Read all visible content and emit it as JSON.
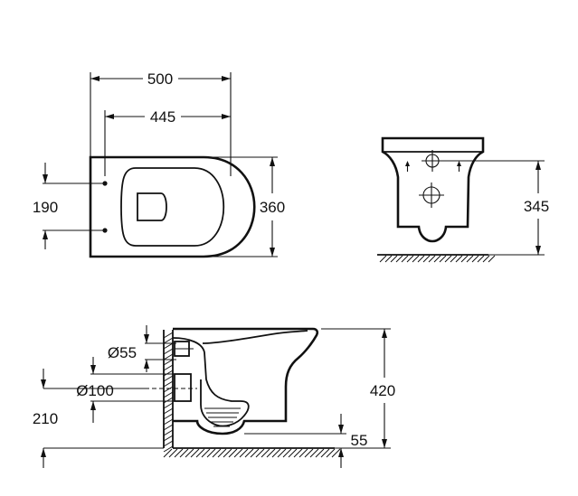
{
  "top_view": {
    "overall_length": "500",
    "fixing_length": "445",
    "fixing_spacing": "190",
    "width": "360"
  },
  "front_view": {
    "height": "345"
  },
  "side_view": {
    "inlet_diameter": "Ø55",
    "outlet_diameter": "Ø100",
    "outlet_height": "210",
    "total_height": "420",
    "floor_clearance": "55"
  }
}
